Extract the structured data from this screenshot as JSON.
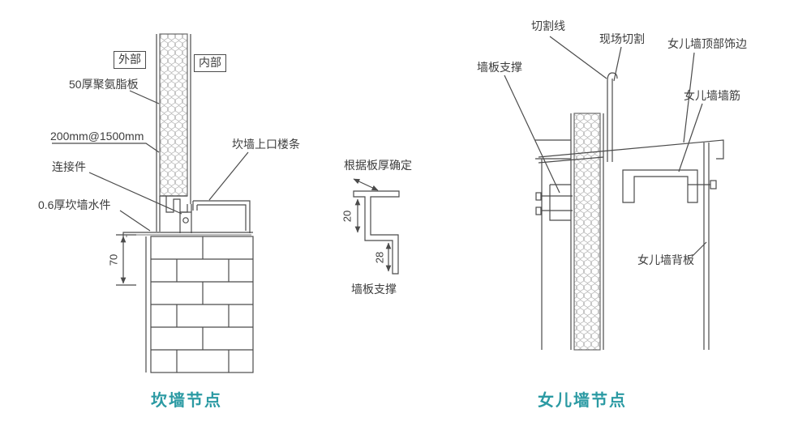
{
  "page": {
    "background": "#ffffff"
  },
  "colors": {
    "line": "#4b4b4b",
    "title_teal": "#2b9aa3",
    "hatch": "#b8b8b8"
  },
  "left": {
    "title": "坎墙节点",
    "labels": {
      "exterior": "外部",
      "interior": "内部",
      "panel": "50厚聚氨脂板",
      "anchor_spacing": "200mm@1500mm",
      "connector": "连接件",
      "flashing": "0.6厚坎墙水件",
      "top_channel": "坎墙上口楼条"
    },
    "dimensions": {
      "height": "70"
    }
  },
  "middle": {
    "labels": {
      "note": "根据板厚确定",
      "support": "墙板支撑"
    },
    "dimensions": {
      "upper": "20",
      "lower": "28"
    }
  },
  "right": {
    "title": "女儿墙节点",
    "labels": {
      "cut_line": "切割线",
      "field_cut": "现场切割",
      "top_trim": "女儿墙顶部饰边",
      "support": "墙板支撑",
      "wall_rib": "女儿墙墙筋",
      "back_panel": "女儿墙背板"
    }
  }
}
